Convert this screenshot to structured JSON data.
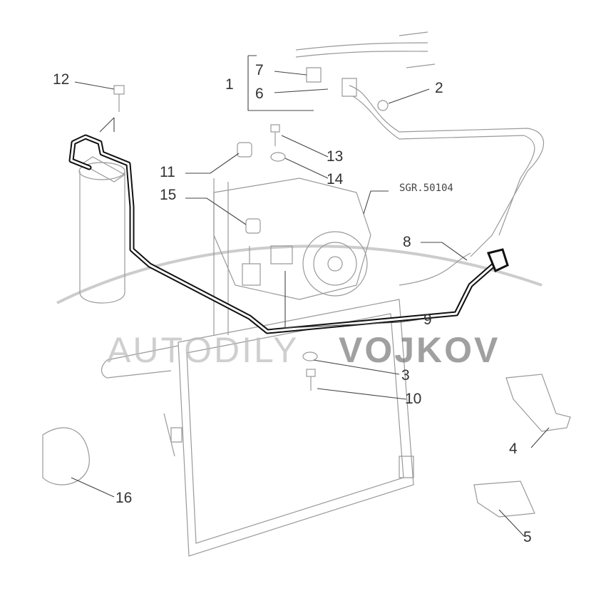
{
  "diagram": {
    "reference_code": "SGR.50104",
    "watermark": {
      "part1": "AUTODILY",
      "part2": "VOJKOV"
    },
    "callouts": {
      "c1": "1",
      "c2": "2",
      "c3": "3",
      "c4": "4",
      "c5": "5",
      "c6": "6",
      "c7": "7",
      "c8": "8",
      "c9": "9",
      "c10": "10",
      "c11": "11",
      "c12": "12",
      "c13": "13",
      "c14": "14",
      "c15": "15",
      "c16": "16"
    }
  }
}
